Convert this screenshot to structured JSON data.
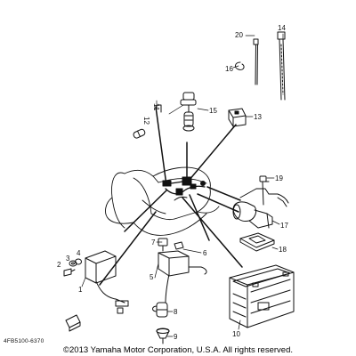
{
  "diagram": {
    "part_numbers": [
      "1",
      "2",
      "3",
      "4",
      "5",
      "6",
      "7",
      "8",
      "9",
      "10",
      "11",
      "12",
      "13",
      "14",
      "15",
      "16",
      "17",
      "18",
      "19",
      "20"
    ],
    "drawing_code": "4FB5100-6370",
    "copyright": "©2013 Yamaha Motor Corporation, U.S.A. All rights reserved."
  }
}
